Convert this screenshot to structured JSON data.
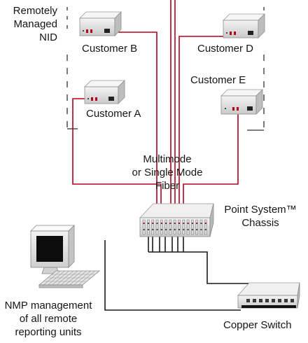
{
  "labels": {
    "nid": [
      "Remotely",
      "Managed",
      "NID"
    ],
    "customer_a": "Customer A",
    "customer_b": "Customer B",
    "customer_d": "Customer D",
    "customer_e": "Customer E",
    "fiber": [
      "Multimode",
      "or Single Mode",
      "Fiber"
    ],
    "chassis": [
      "Point System™",
      "Chassis"
    ],
    "nmp": [
      "NMP management",
      "of all remote",
      "reporting units"
    ],
    "switch": "Copper Switch"
  },
  "colors": {
    "fiber_line": "#b3001b",
    "copper_line": "#1a1a1a",
    "boundary_line": "#333333",
    "device_body": "#e4e4e4",
    "device_shadow": "#9a9a9a",
    "screen": "#0c0c0c"
  }
}
